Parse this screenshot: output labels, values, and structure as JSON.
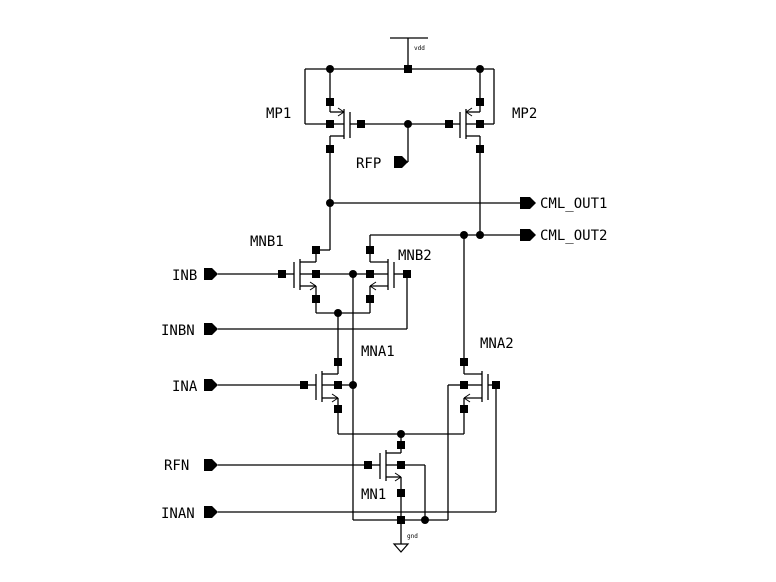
{
  "supply": {
    "vdd_label": "vdd",
    "gnd_label": "gnd"
  },
  "devices": {
    "mp1": "MP1",
    "mp2": "MP2",
    "mnb1": "MNB1",
    "mnb2": "MNB2",
    "mna1": "MNA1",
    "mna2": "MNA2",
    "mn1": "MN1"
  },
  "ports": {
    "rfp": "RFP",
    "cml_out1": "CML_OUT1",
    "cml_out2": "CML_OUT2",
    "inb": "INB",
    "inbn": "INBN",
    "ina": "INA",
    "rfn": "RFN",
    "inan": "INAN"
  }
}
